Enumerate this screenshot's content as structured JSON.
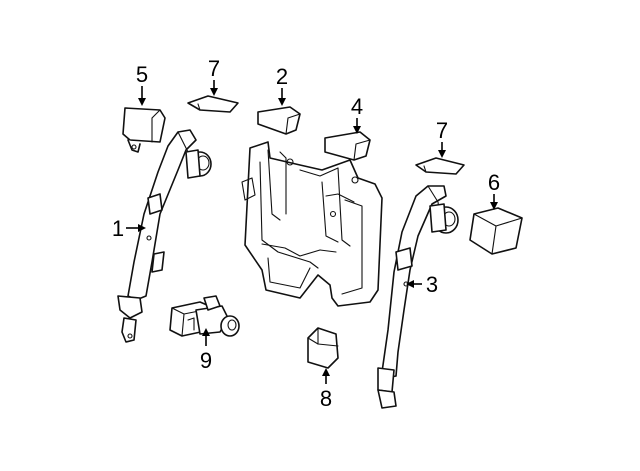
{
  "callouts": [
    {
      "id": "1",
      "label": "1"
    },
    {
      "id": "2",
      "label": "2"
    },
    {
      "id": "3",
      "label": "3"
    },
    {
      "id": "4",
      "label": "4"
    },
    {
      "id": "5",
      "label": "5"
    },
    {
      "id": "6",
      "label": "6"
    },
    {
      "id": "7a",
      "label": "7"
    },
    {
      "id": "7b",
      "label": "7"
    },
    {
      "id": "8",
      "label": "8"
    },
    {
      "id": "9",
      "label": "9"
    }
  ],
  "colors": {
    "line": "#111111",
    "background": "#ffffff"
  }
}
